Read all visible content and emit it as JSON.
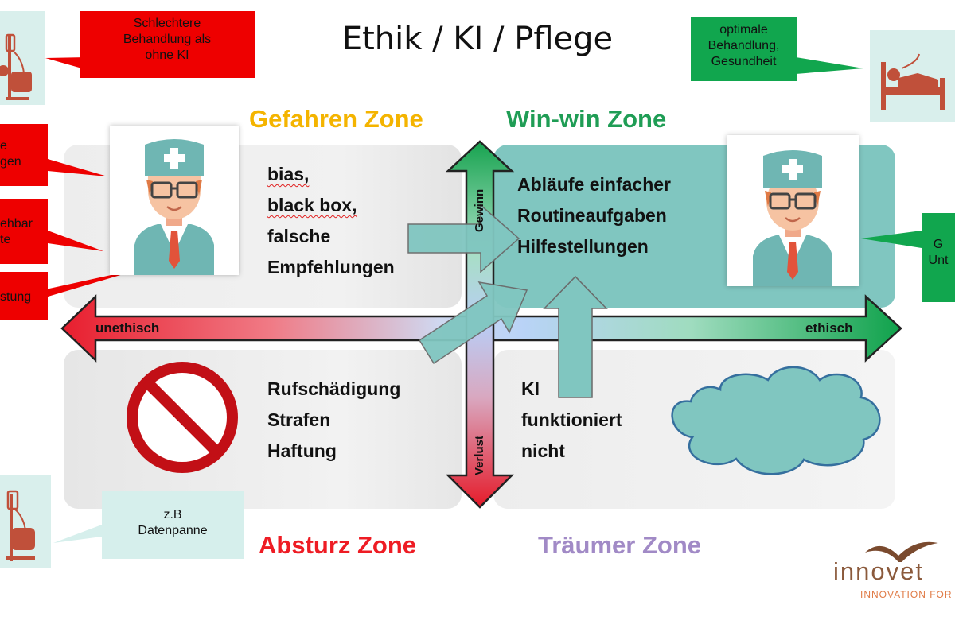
{
  "title": "Ethik / KI / Pflege",
  "zones": {
    "danger": "Gefahren Zone",
    "winwin": "Win-win Zone",
    "crash": "Absturz Zone",
    "dreamer": "Träumer Zone"
  },
  "quadrants": {
    "top_left": [
      "bias,",
      "black box,",
      "falsche",
      "Empfehlungen"
    ],
    "top_right": [
      "Abläufe einfacher",
      "Routineaufgaben",
      "Hilfestellungen"
    ],
    "bottom_left": [
      "Rufschädigung",
      "Strafen",
      "Haftung"
    ],
    "bottom_right": [
      "KI",
      "funktioniert",
      "nicht"
    ]
  },
  "axes": {
    "left": "unethisch",
    "right": "ethisch",
    "up": "Gewinn",
    "down": "Verlust"
  },
  "callouts": {
    "top_left_red": [
      "Schlechtere",
      "Behandlung als",
      "ohne KI"
    ],
    "top_right_green": [
      "optimale",
      "Behandlung,",
      "Gesundheit"
    ],
    "left_red_1": [
      "e",
      "gen"
    ],
    "left_red_2": [
      "ehbar",
      "te"
    ],
    "left_red_3": [
      "stung"
    ],
    "right_green": [
      "G",
      "Unt"
    ],
    "bottom_left_pale": [
      "z.B",
      "Datenpanne"
    ]
  },
  "logo": {
    "name": "innovet",
    "tagline": "INNOVATION FOR"
  },
  "colors": {
    "danger": "#f4b400",
    "winwin": "#1f9d55",
    "crash": "#ee1c24",
    "dreamer": "#a18ac6",
    "teal": "#80c6c0",
    "red_callout": "#ee0000",
    "green_callout": "#11a64e"
  }
}
